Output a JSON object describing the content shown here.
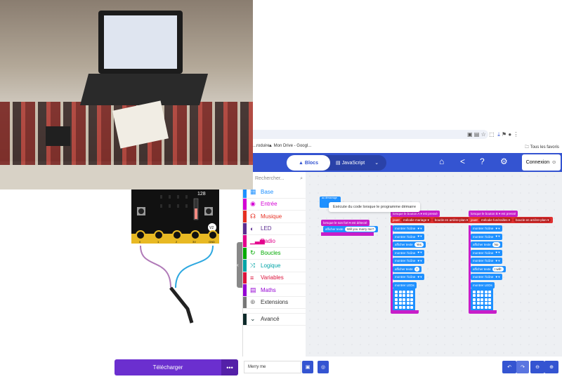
{
  "browser": {
    "bookmarks": [
      "...roduire",
      "Mon Drive - Googl..."
    ],
    "favorites": "Tous les favoris"
  },
  "toolbar": {
    "blocks_tab": "Blocs",
    "js_tab": "JavaScript",
    "login": "Connexion"
  },
  "simulator": {
    "pins": [
      "0",
      "1",
      "2",
      "3V",
      "GND"
    ],
    "temperature": "128",
    "version": "V2"
  },
  "toolbox": {
    "search_placeholder": "Rechercher...",
    "categories": [
      {
        "label": "Base",
        "color": "#1e90ff",
        "icon": "grid"
      },
      {
        "label": "Entrée",
        "color": "#d400d4",
        "icon": "circle"
      },
      {
        "label": "Musique",
        "color": "#e63022",
        "icon": "headphones"
      },
      {
        "label": "LED",
        "color": "#5c2d91",
        "icon": "toggle"
      },
      {
        "label": "Radio",
        "color": "#e3008c",
        "icon": "signal"
      },
      {
        "label": "Boucles",
        "color": "#00aa00",
        "icon": "loop"
      },
      {
        "label": "Logique",
        "color": "#00a4a6",
        "icon": "shuffle"
      },
      {
        "label": "Variables",
        "color": "#dc143c",
        "icon": "list"
      },
      {
        "label": "Maths",
        "color": "#9400d3",
        "icon": "calculator"
      },
      {
        "label": "Extensions",
        "color": "#777777",
        "icon": "plus"
      },
      {
        "label": "Avancé",
        "color": "#0e2a2a",
        "icon": "chevron"
      }
    ]
  },
  "workspace": {
    "on_start": "au démarrage",
    "tooltip": "Exécute du code lorsque le programme démarre",
    "sound_event": "lorsque le son  fort ▾  est détecté",
    "show_text": "afficher texte",
    "question": "Will you marry me?",
    "btnA": "lorsque le bouton A ▾ est pressé",
    "btnB": "lorsque le bouton B ▾ est pressé",
    "play": "jouer",
    "melodyA": "mélodie mariage ▾",
    "melodyB": "mélodie funérailles ▾",
    "background": "boucle en arrière-plan ▾",
    "show_icon": "montrer l'icône",
    "show_leds": "montrer LEDs",
    "yes": "Yes",
    "bang": "!",
    "no": "No",
    "iwill": "I will!"
  },
  "bottom": {
    "download": "Télécharger",
    "project_name": "Merry me"
  }
}
